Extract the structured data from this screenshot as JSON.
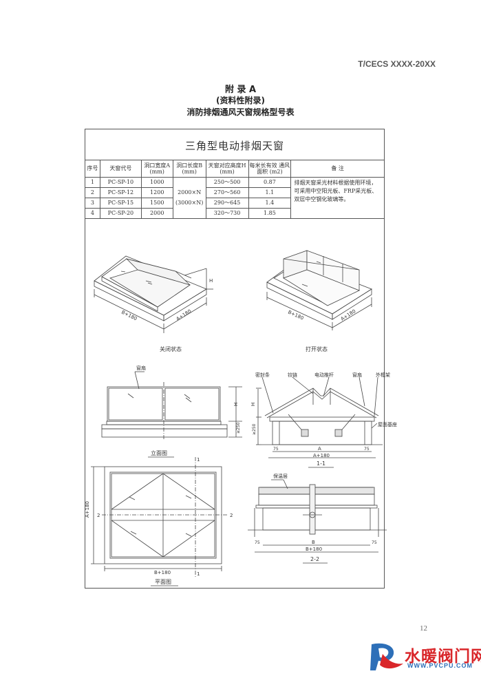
{
  "header": {
    "std_code": "T/CECS  XXXX-20XX",
    "appendix": "附 录 A",
    "appendix_note": "(资料性附录)",
    "table_title": "消防排烟通风天窗规格型号表"
  },
  "sheet": {
    "title": "三角型电动排烟天窗",
    "columns": [
      "序号",
      "天窗代号",
      "洞口宽度A (mm)",
      "洞口长度B (mm)",
      "天窗对应高度H (mm)",
      "每米长有效 通风面积 (m2)",
      "备 注"
    ],
    "rows": [
      {
        "no": "1",
        "code": "PC-SP-10",
        "width": "1000",
        "height": "250～500",
        "area": "0.87"
      },
      {
        "no": "2",
        "code": "PC-SP-12",
        "width": "1200",
        "height": "270～560",
        "area": "1.1"
      },
      {
        "no": "3",
        "code": "PC-SP-15",
        "width": "1500",
        "height": "290～645",
        "area": "1.4"
      },
      {
        "no": "4",
        "code": "PC-SP-20",
        "width": "2000",
        "height": "320～730",
        "area": "1.85"
      }
    ],
    "length_values": [
      "2000×N",
      "(3000×N)"
    ],
    "remark": "排烟天窗采光材料根据使用环境，可采用中空阳光板、FRP采光板、双层中空钢化玻璃等。"
  },
  "drawings": {
    "closed_caption": "关闭状态",
    "open_caption": "打开状态",
    "elevation_caption": "立面图",
    "plan_caption": "平面图",
    "section11_caption": "1-1",
    "section22_caption": "2-2",
    "labels": {
      "sash": "窗扇",
      "seal": "密封条",
      "hinge": "铰链",
      "actuator": "电动推杆",
      "outer_frame": "外框架",
      "roof_base": "屋面基座",
      "insulation": "保温层",
      "dim_b180": "B+180",
      "dim_a180": "A+180",
      "dim_h": "H",
      "dim_a": "A",
      "dim_b": "B",
      "dim_250": "≥250",
      "dim_75": "75",
      "cut_1": "1",
      "cut_2": "2"
    }
  },
  "footer": {
    "page_number": "12",
    "logo_text": "水暖阀门网",
    "logo_url": "WWW.PVCPU.COM"
  },
  "colors": {
    "logo_red": "#d9262a",
    "logo_blue": "#2d6fb8"
  }
}
